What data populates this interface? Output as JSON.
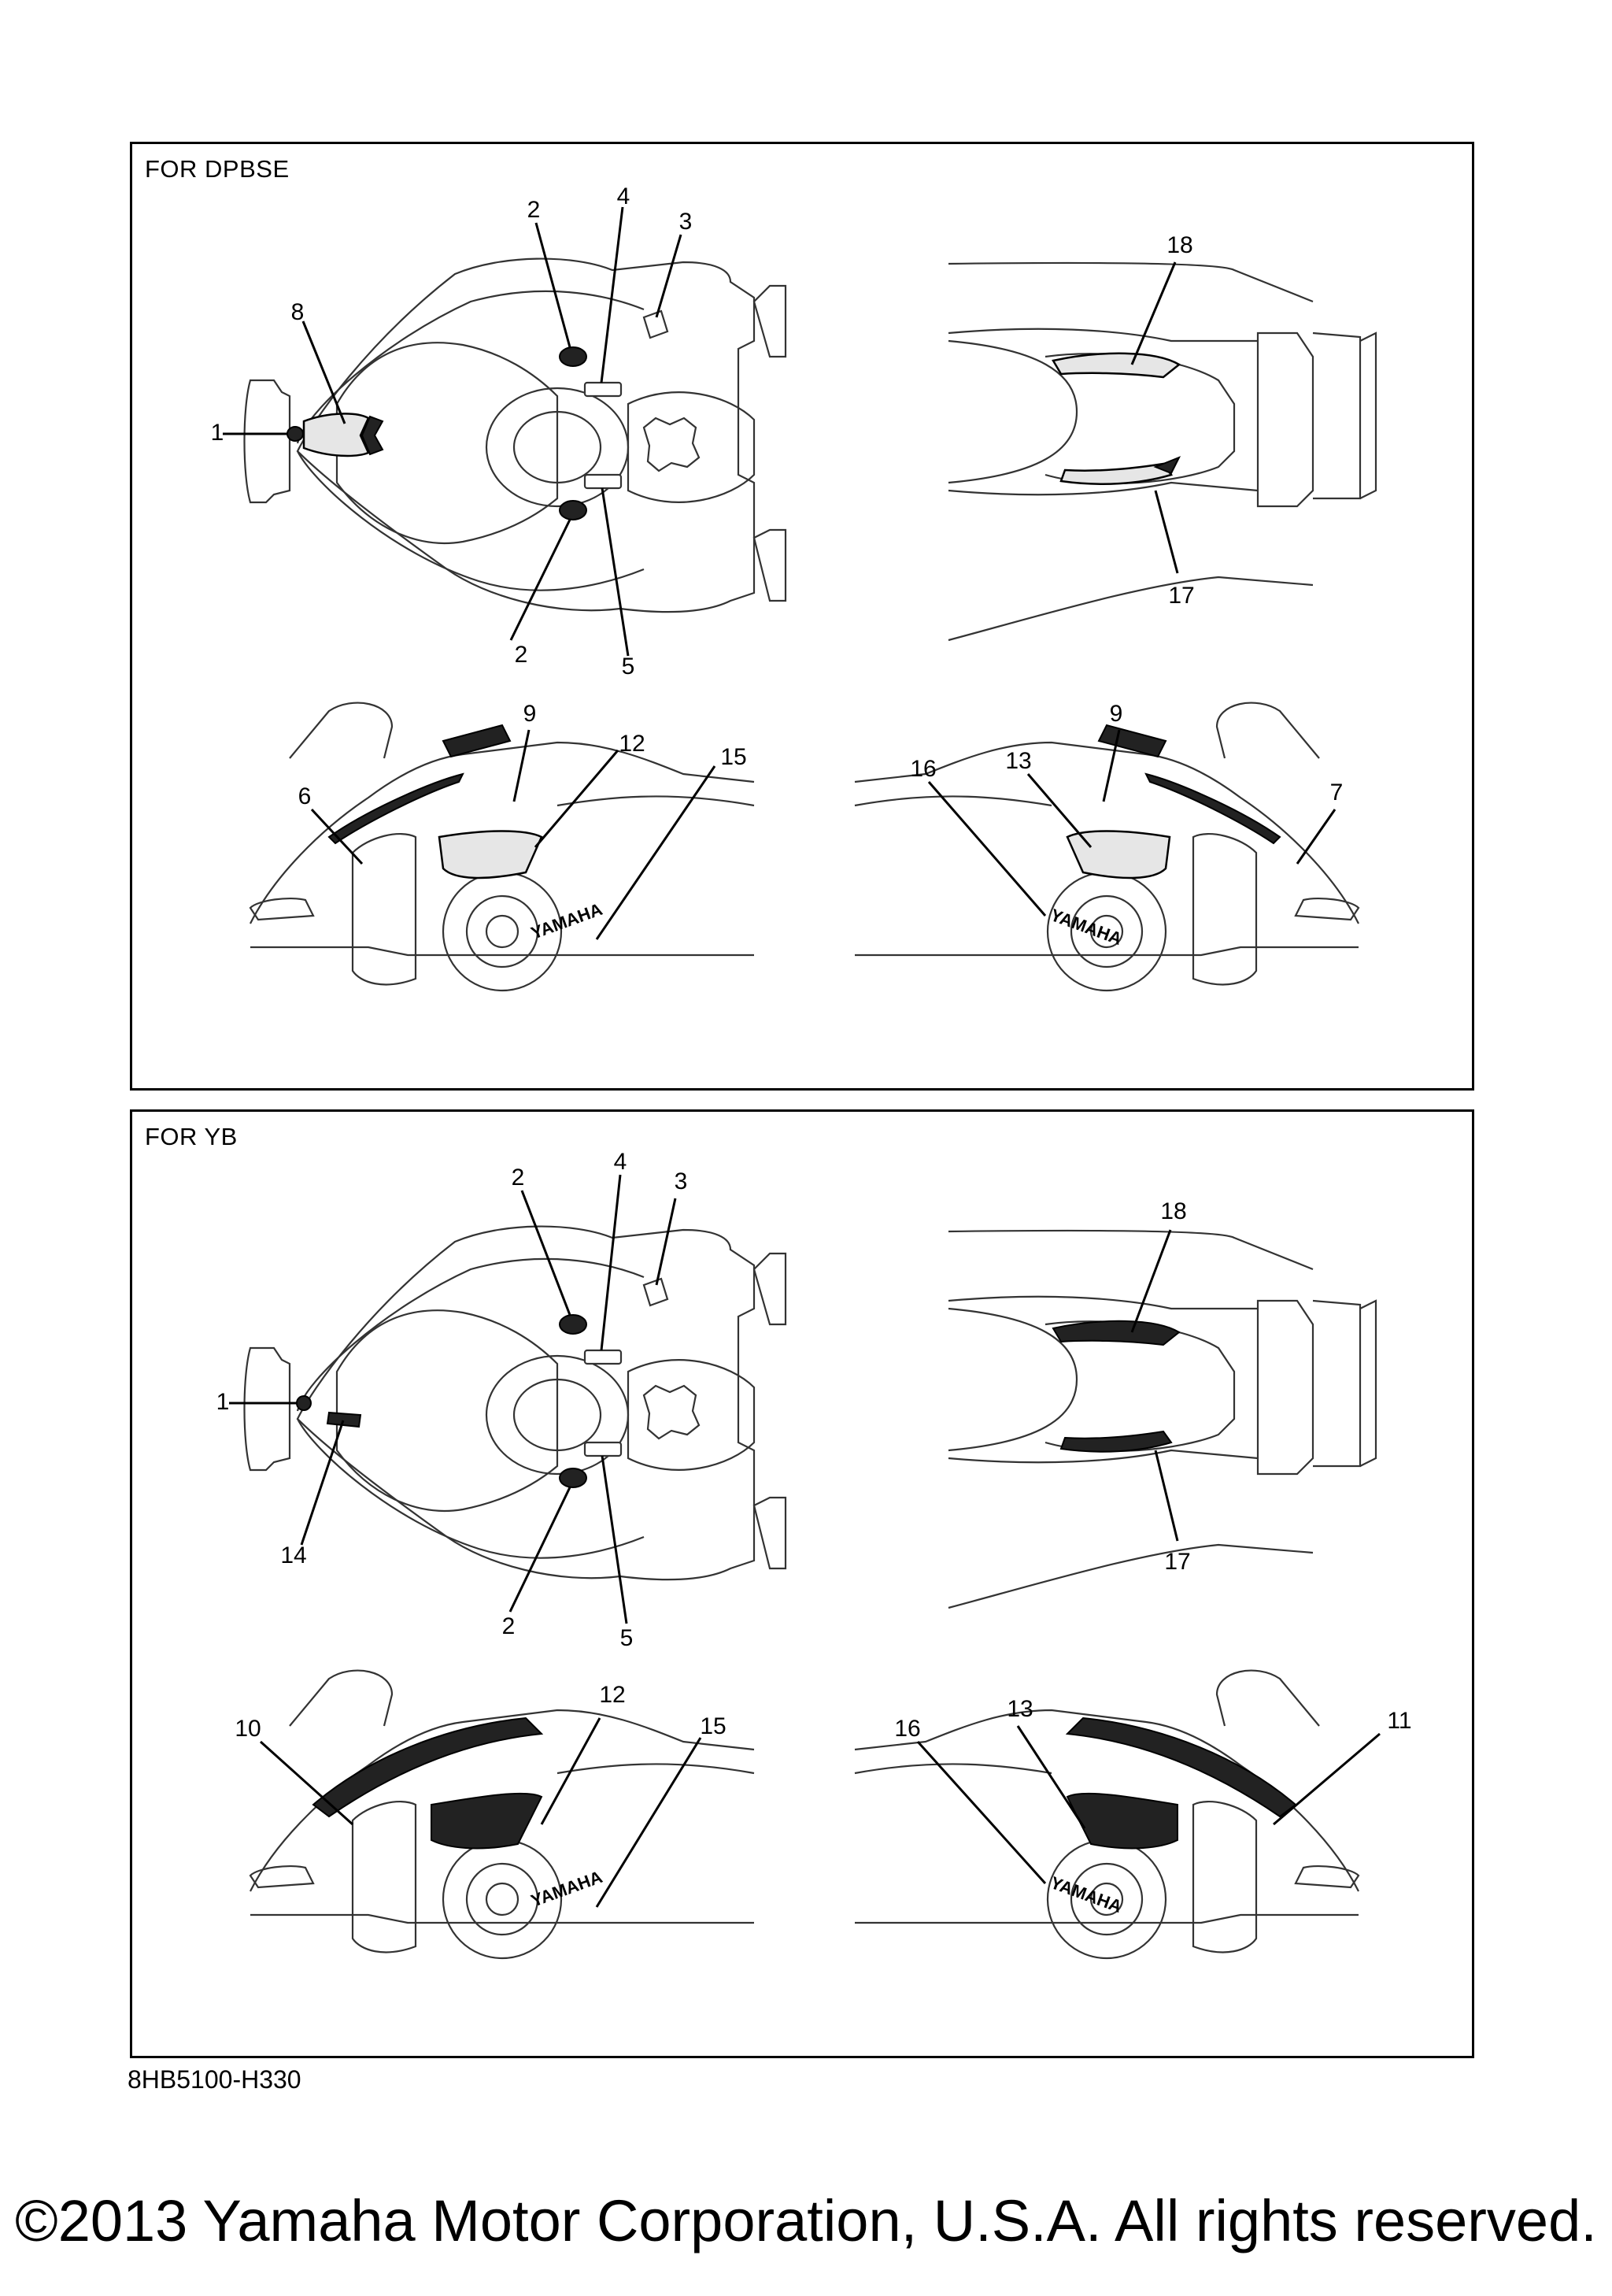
{
  "panels": [
    {
      "label": "FOR DPBSE",
      "callouts": {
        "c1": "1",
        "c2a": "2",
        "c2b": "2",
        "c3": "3",
        "c4": "4",
        "c5": "5",
        "c6": "6",
        "c7": "7",
        "c8": "8",
        "c9a": "9",
        "c9b": "9",
        "c12": "12",
        "c13": "13",
        "c15": "15",
        "c16": "16",
        "c17": "17",
        "c18": "18"
      }
    },
    {
      "label": "FOR YB",
      "callouts": {
        "c1": "1",
        "c2a": "2",
        "c2b": "2",
        "c3": "3",
        "c4": "4",
        "c5": "5",
        "c10": "10",
        "c11": "11",
        "c12": "12",
        "c13": "13",
        "c14": "14",
        "c15": "15",
        "c16": "16",
        "c17": "17",
        "c18": "18"
      }
    }
  ],
  "decal_text": {
    "brand": "YAMAHA"
  },
  "diagram_code": "8HB5100-H330",
  "copyright": "©2013 Yamaha Motor Corporation, U.S.A. All rights reserved."
}
